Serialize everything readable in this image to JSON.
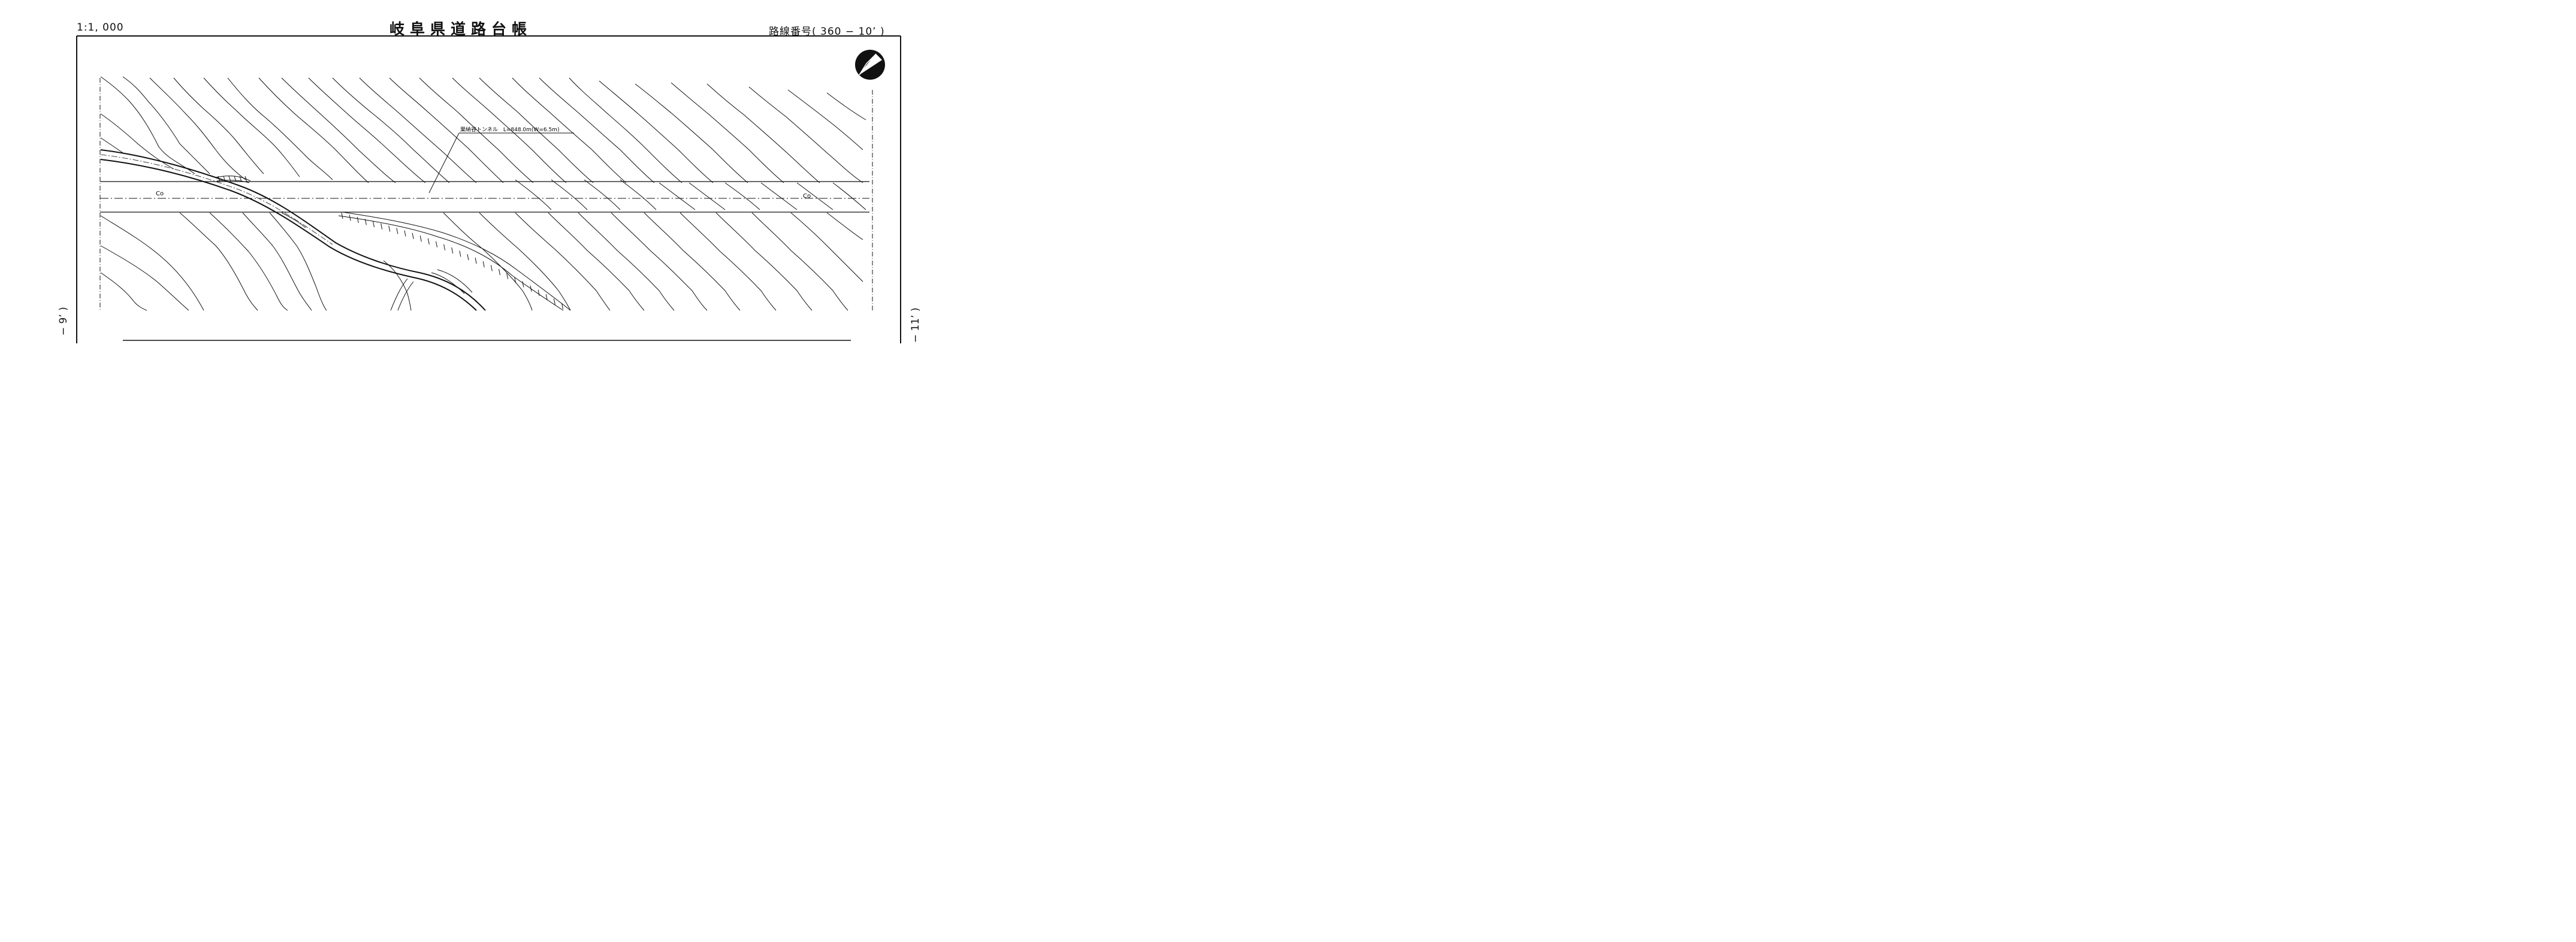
{
  "header": {
    "scale": "1:1, 000",
    "title": "岐阜県道路台帳",
    "route_number": "路線番号( 360 − 10’ )"
  },
  "side_labels": {
    "left": "− 9’ )",
    "right": "− 11’ )"
  },
  "map": {
    "tunnel_label": "巣納谷トンネル　L=848.0m(W=6.5m)",
    "centerline_code_left": "Co",
    "centerline_code_right": "Co",
    "north_arrow": "north-arrow-icon"
  }
}
